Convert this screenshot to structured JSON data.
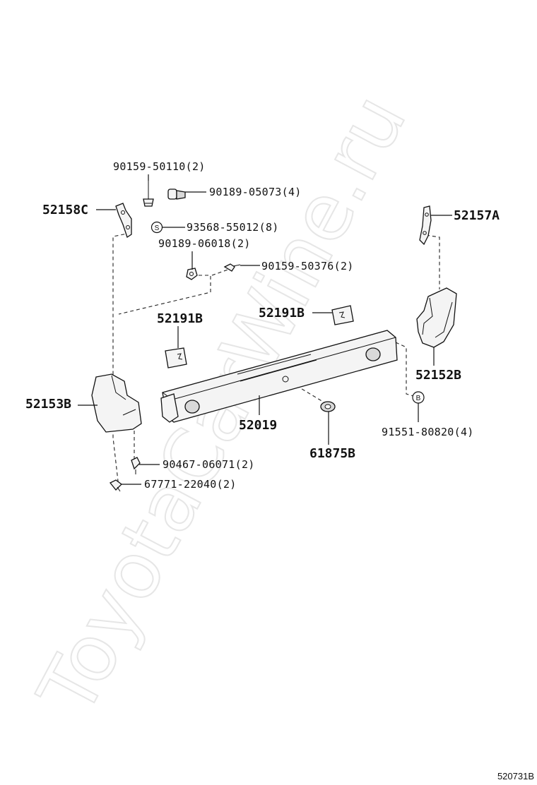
{
  "watermark": "ToyotaCarWine.ru",
  "reference_code": "520731B",
  "callout_symbols": {
    "s": "S",
    "b": "B"
  },
  "parts": {
    "p90159_50110": "90159-50110(2)",
    "p90189_05073": "90189-05073(4)",
    "p52158C": "52158C",
    "p93568_55012": "93568-55012(8)",
    "p90189_06018": "90189-06018(2)",
    "p90159_50376": "90159-50376(2)",
    "p52157A": "52157A",
    "p52191B_left": "52191B",
    "p52191B_right": "52191B",
    "p52152B": "52152B",
    "p52153B": "52153B",
    "p52019": "52019",
    "p61875B": "61875B",
    "p91551_80820": "91551-80820(4)",
    "p90467_06071": "90467-06071(2)",
    "p67771_22040": "67771-22040(2)"
  }
}
